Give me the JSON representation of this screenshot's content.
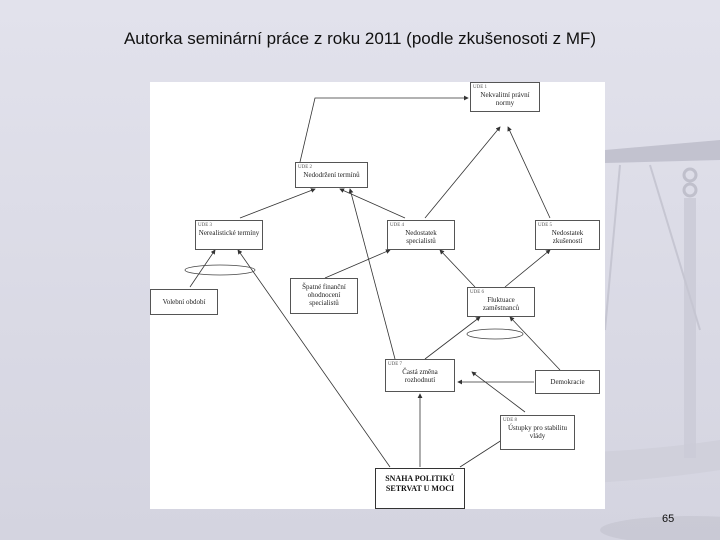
{
  "slide": {
    "title": "Autorka seminární práce z roku 2011 (podle zkušenosoti z MF)",
    "page_number": "65"
  },
  "diagram": {
    "nodes": {
      "ude1": {
        "num": "UDE 1",
        "text": "Nekvalitní právní normy"
      },
      "ude2": {
        "num": "UDE 2",
        "text": "Nedodržení termínů"
      },
      "ude3": {
        "num": "UDE 3",
        "text": "Nerealistické termíny"
      },
      "ude4": {
        "num": "UDE 4",
        "text": "Nedostatek specialistů"
      },
      "ude5": {
        "num": "UDE 5",
        "text": "Nedostatek zkušeností"
      },
      "ude6": {
        "num": "UDE 6",
        "text": "Fluktuace zaměstnanců"
      },
      "ude7": {
        "num": "UDE 7",
        "text": "Častá změna rozhodnutí"
      },
      "ude8": {
        "num": "UDE 8",
        "text": "Ústupky pro stabilitu vlády"
      },
      "volebni": {
        "text": "Volební období"
      },
      "spatne": {
        "text": "Špatné finanční ohodnocení specialistů"
      },
      "demokracie": {
        "text": "Demokracie"
      },
      "snaha": {
        "text": "SNAHA POLITIKŮ SETRVAT U MOCI"
      }
    }
  }
}
